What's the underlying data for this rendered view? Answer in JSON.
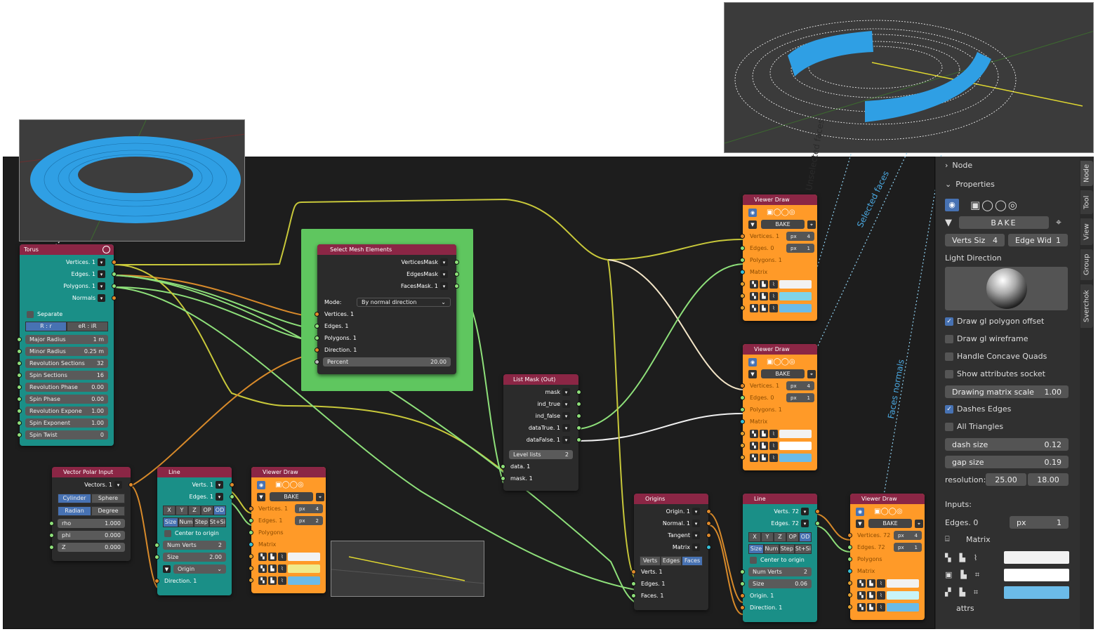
{
  "torus_node": {
    "title": "Torus",
    "outputs": [
      "Vertices. 1",
      "Edges. 1",
      "Polygons. 1",
      "Normals"
    ],
    "separate": "Separate",
    "mode_r": "R : r",
    "mode_er": "eR : iR",
    "fields": [
      [
        "Major Radius",
        "1 m"
      ],
      [
        "Minor Radius",
        "0.25 m"
      ],
      [
        "Revolution Sections",
        "32"
      ],
      [
        "Spin Sections",
        "16"
      ],
      [
        "Revolution Phase",
        "0.00"
      ],
      [
        "Spin Phase",
        "0.00"
      ],
      [
        "Revolution Expone",
        "1.00"
      ],
      [
        "Spin Exponent",
        "1.00"
      ],
      [
        "Spin Twist",
        "0"
      ]
    ]
  },
  "select_node": {
    "title": "Select Mesh Elements",
    "outputs": [
      "VerticesMask",
      "EdgesMask",
      "FacesMask. 1"
    ],
    "mode_label": "Mode:",
    "mode_value": "By normal direction",
    "inputs": [
      "Vertices. 1",
      "Edges. 1",
      "Polygons. 1",
      "Direction. 1"
    ],
    "percent_label": "Percent",
    "percent_value": "20.00"
  },
  "listmask_node": {
    "title": "List Mask (Out)",
    "outputs": [
      "mask",
      "ind_true",
      "ind_false",
      "dataTrue. 1",
      "dataFalse. 1"
    ],
    "level_label": "Level lists",
    "level_value": "2",
    "inputs": [
      "data. 1",
      "mask. 1"
    ]
  },
  "vpolar_node": {
    "title": "Vector Polar Input",
    "output": "Vectors. 1",
    "btn1": [
      "Cylinder",
      "Sphere"
    ],
    "btn2": [
      "Radian",
      "Degree"
    ],
    "fields": [
      [
        "rho",
        "1.000"
      ],
      [
        "phi",
        "0.000"
      ],
      [
        "Z",
        "0.000"
      ]
    ]
  },
  "line1_node": {
    "title": "Line",
    "outputs": [
      "Verts. 1",
      "Edges. 1"
    ],
    "axes": [
      "X",
      "Y",
      "Z",
      "OP",
      "OD"
    ],
    "modes": [
      "Size",
      "Num",
      "Step",
      "St+Si"
    ],
    "center": "Center to origin",
    "numverts": [
      "Num Verts",
      "2"
    ],
    "size": [
      "Size",
      "2.00"
    ],
    "origin": "Origin",
    "input": "Direction. 1"
  },
  "line2_node": {
    "title": "Line",
    "outputs": [
      "Verts. 72",
      "Edges. 72"
    ],
    "axes": [
      "X",
      "Y",
      "Z",
      "OP",
      "OD"
    ],
    "modes": [
      "Size",
      "Num",
      "Step",
      "St+Si"
    ],
    "center": "Center to origin",
    "numverts": [
      "Num Verts",
      "2"
    ],
    "size": [
      "Size",
      "0.06"
    ],
    "inputs": [
      "Origin. 1",
      "Direction. 1"
    ]
  },
  "origins_node": {
    "title": "Origins",
    "outputs": [
      "Origin. 1",
      "Normal. 1",
      "Tangent",
      "Matrix"
    ],
    "modes": [
      "Verts",
      "Edges",
      "Faces"
    ],
    "inputs": [
      "Verts. 1",
      "Edges. 1",
      "Faces. 1"
    ]
  },
  "viewer1": {
    "title": "Viewer Draw",
    "bake": "BAKE",
    "rows": [
      [
        "Vertices. 1",
        "px",
        "4"
      ],
      [
        "Edges. 0",
        "px",
        "1"
      ],
      [
        "Polygons. 1",
        "",
        ""
      ],
      [
        "Matrix",
        "",
        ""
      ]
    ],
    "colors": [
      "#f2f2f2",
      "#7fd3e8",
      "#6bbbe8"
    ]
  },
  "viewer2": {
    "title": "Viewer Draw",
    "bake": "BAKE",
    "rows": [
      [
        "Vertices. 1",
        "px",
        "4"
      ],
      [
        "Edges. 0",
        "px",
        "1"
      ],
      [
        "Polygons. 1",
        "",
        ""
      ],
      [
        "Matrix",
        "",
        ""
      ]
    ],
    "colors": [
      "#f2f2f2",
      "#ffffff",
      "#6bbbe8"
    ]
  },
  "viewer3": {
    "title": "Viewer Draw",
    "bake": "BAKE",
    "rows": [
      [
        "Vertices. 1",
        "px",
        "4"
      ],
      [
        "Edges. 1",
        "px",
        "2"
      ],
      [
        "Polygons",
        "",
        ""
      ],
      [
        "Matrix",
        "",
        ""
      ]
    ],
    "colors": [
      "#f2f2f2",
      "#f0ea8a",
      "#6bbbe8"
    ]
  },
  "viewer4": {
    "title": "Viewer Draw",
    "bake": "BAKE",
    "rows": [
      [
        "Vertices. 72",
        "px",
        "4"
      ],
      [
        "Edges. 72",
        "px",
        "1"
      ],
      [
        "Polygons",
        "",
        ""
      ],
      [
        "Matrix",
        "",
        ""
      ]
    ],
    "colors": [
      "#f2f2f2",
      "#c8f4f8",
      "#6bbbe8"
    ]
  },
  "sidebar": {
    "node_header": "Node",
    "properties_header": "Properties",
    "bake": "BAKE",
    "verts_size": "Verts Siz",
    "verts_size_val": "4",
    "edge_width": "Edge Wid",
    "edge_width_val": "1",
    "light_direction": "Light Direction",
    "checks": [
      [
        "Draw gl polygon offset",
        true
      ],
      [
        "Draw gl wireframe",
        false
      ],
      [
        "Handle Concave Quads",
        false
      ],
      [
        "Show attributes socket",
        false
      ]
    ],
    "matrix_scale": "Drawing matrix scale",
    "matrix_scale_val": "1.00",
    "checks2": [
      [
        "Dashes Edges",
        true
      ],
      [
        "All Triangles",
        false
      ]
    ],
    "dash_size": "dash size",
    "dash_size_val": "0.12",
    "gap_size": "gap size",
    "gap_size_val": "0.19",
    "resolution": "resolution:",
    "res1": "25.00",
    "res2": "18.00",
    "inputs": "Inputs:",
    "edges0": "Edges. 0",
    "px": "px",
    "edges_val": "1",
    "matrix": "Matrix",
    "attrs": "attrs",
    "tabs": [
      "Node",
      "Tool",
      "View",
      "Group",
      "Sverchok"
    ]
  },
  "annotations": {
    "unselected": "Unselected faces",
    "selected": "Selected faces",
    "normals": "Faces normals"
  },
  "colors": {
    "node_header": "#8b2645",
    "teal": "#1a8f87",
    "orange": "#ff9a28",
    "frame": "#5fc65f",
    "wire_yellow": "#c8c83a",
    "wire_green": "#8ee07a"
  }
}
